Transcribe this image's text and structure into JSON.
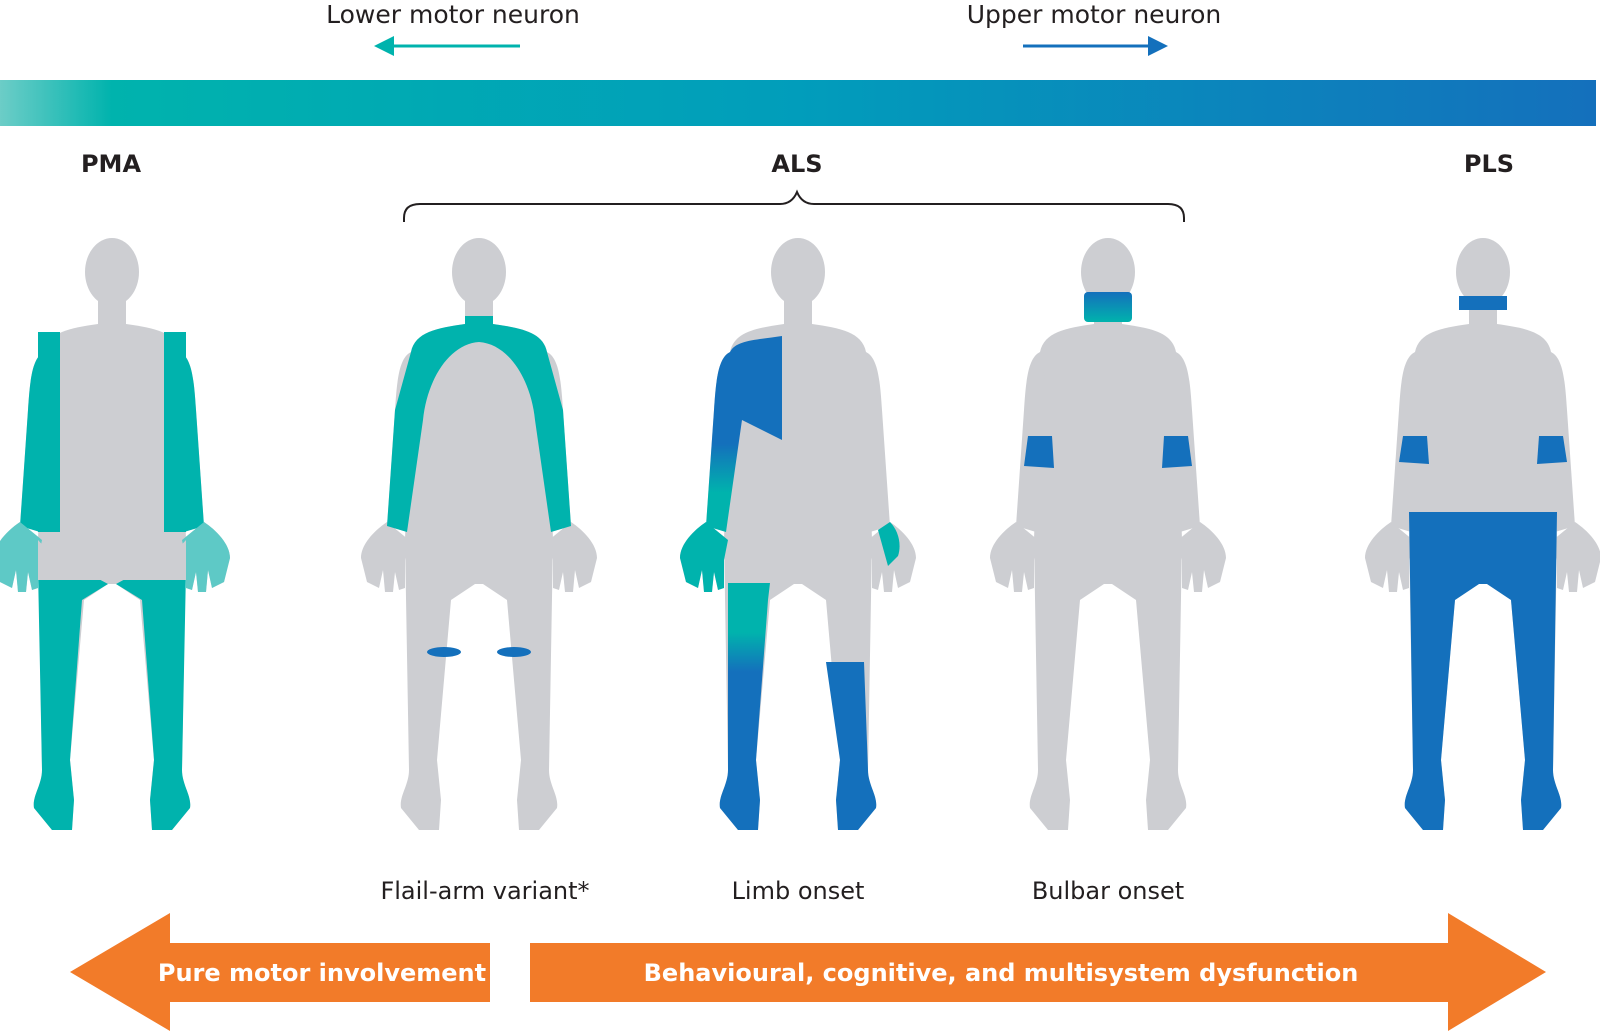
{
  "colors": {
    "teal": "#00b3ad",
    "teal_light": "#5ec9c6",
    "blue": "#1470bc",
    "grey": "#cdced2",
    "orange": "#f27b29",
    "text": "#231f20"
  },
  "header": {
    "lower_motor_neuron": "Lower motor neuron",
    "upper_motor_neuron": "Upper motor neuron"
  },
  "categories": {
    "pma": "PMA",
    "als": "ALS",
    "pls": "PLS"
  },
  "variants": {
    "flail_arm": "Flail-arm variant*",
    "limb_onset": "Limb onset",
    "bulbar_onset": "Bulbar onset"
  },
  "bottom": {
    "pure_motor": "Pure motor involvement",
    "multisystem": "Behavioural, cognitive, and multisystem dysfunction"
  }
}
